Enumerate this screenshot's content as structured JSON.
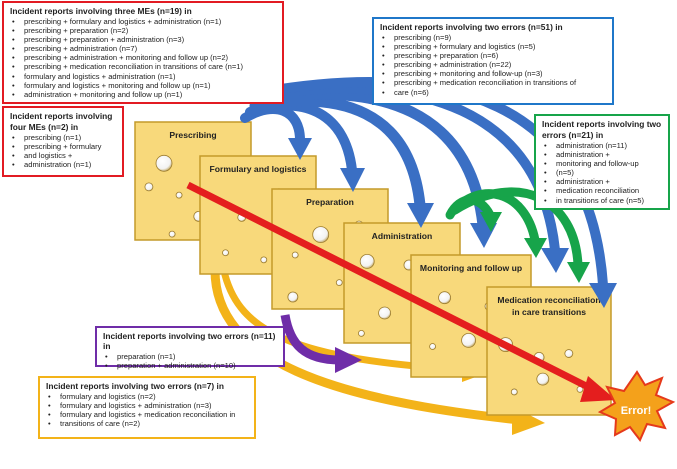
{
  "slices": [
    {
      "label": "Prescribing"
    },
    {
      "label": "Formulary and logistics"
    },
    {
      "label": "Preparation"
    },
    {
      "label": "Administration"
    },
    {
      "label": "Monitoring and follow up"
    },
    {
      "label_line1": "Medication reconciliation",
      "label_line2": "in care transitions"
    }
  ],
  "error_label": "Error!",
  "boxes": {
    "three": {
      "title": "Incident reports involving three MEs (n=19) in",
      "items": [
        "prescribing + formulary and logistics + administration (n=1)",
        "prescribing + preparation (n=2)",
        "prescribing + preparation + administration (n=3)",
        "prescribing + administration (n=7)",
        "prescribing + administration + monitoring and follow up (n=2)",
        "prescribing + medication reconciliation in transitions of care (n=1)",
        "formulary and logistics + administration (n=1)",
        "formulary and logistics + monitoring and follow up (n=1)",
        "administration + monitoring and follow up (n=1)"
      ]
    },
    "four": {
      "title_line1": "Incident reports involving",
      "title_line2": "four MEs (n=2) in",
      "items": [
        "prescribing (n=1)",
        "prescribing + formulary",
        "and logistics +",
        "administration (n=1)"
      ]
    },
    "blue": {
      "title": "Incident reports involving two errors (n=51) in",
      "items": [
        "prescribing (n=9)",
        "prescribing + formulary and logistics (n=5)",
        "prescribing + preparation (n=6)",
        "prescribing + administration (n=22)",
        "prescribing + monitoring and follow-up (n=3)",
        "prescribing + medication reconciliation in transitions of",
        "care (n=6)"
      ]
    },
    "green": {
      "title_line1": "Incident reports involving two",
      "title_line2": "errors (n=21) in",
      "items": [
        "administration (n=11)",
        "administration +",
        "monitoring and follow-up",
        "(n=5)",
        "administration +",
        "medication reconciliation",
        "in transitions of care (n=5)"
      ]
    },
    "purple": {
      "title": "Incident reports involving two errors (n=11) in",
      "items": [
        "preparation (n=1)",
        "preparation + administration (n=10)"
      ]
    },
    "yellow": {
      "title": "Incident reports involving two errors (n=7) in",
      "items": [
        "formulary and logistics (n=2)",
        "formulary and logistics + administration (n=3)",
        "formulary and logistics + medication reconciliation in",
        "transitions of care (n=2)"
      ]
    }
  }
}
